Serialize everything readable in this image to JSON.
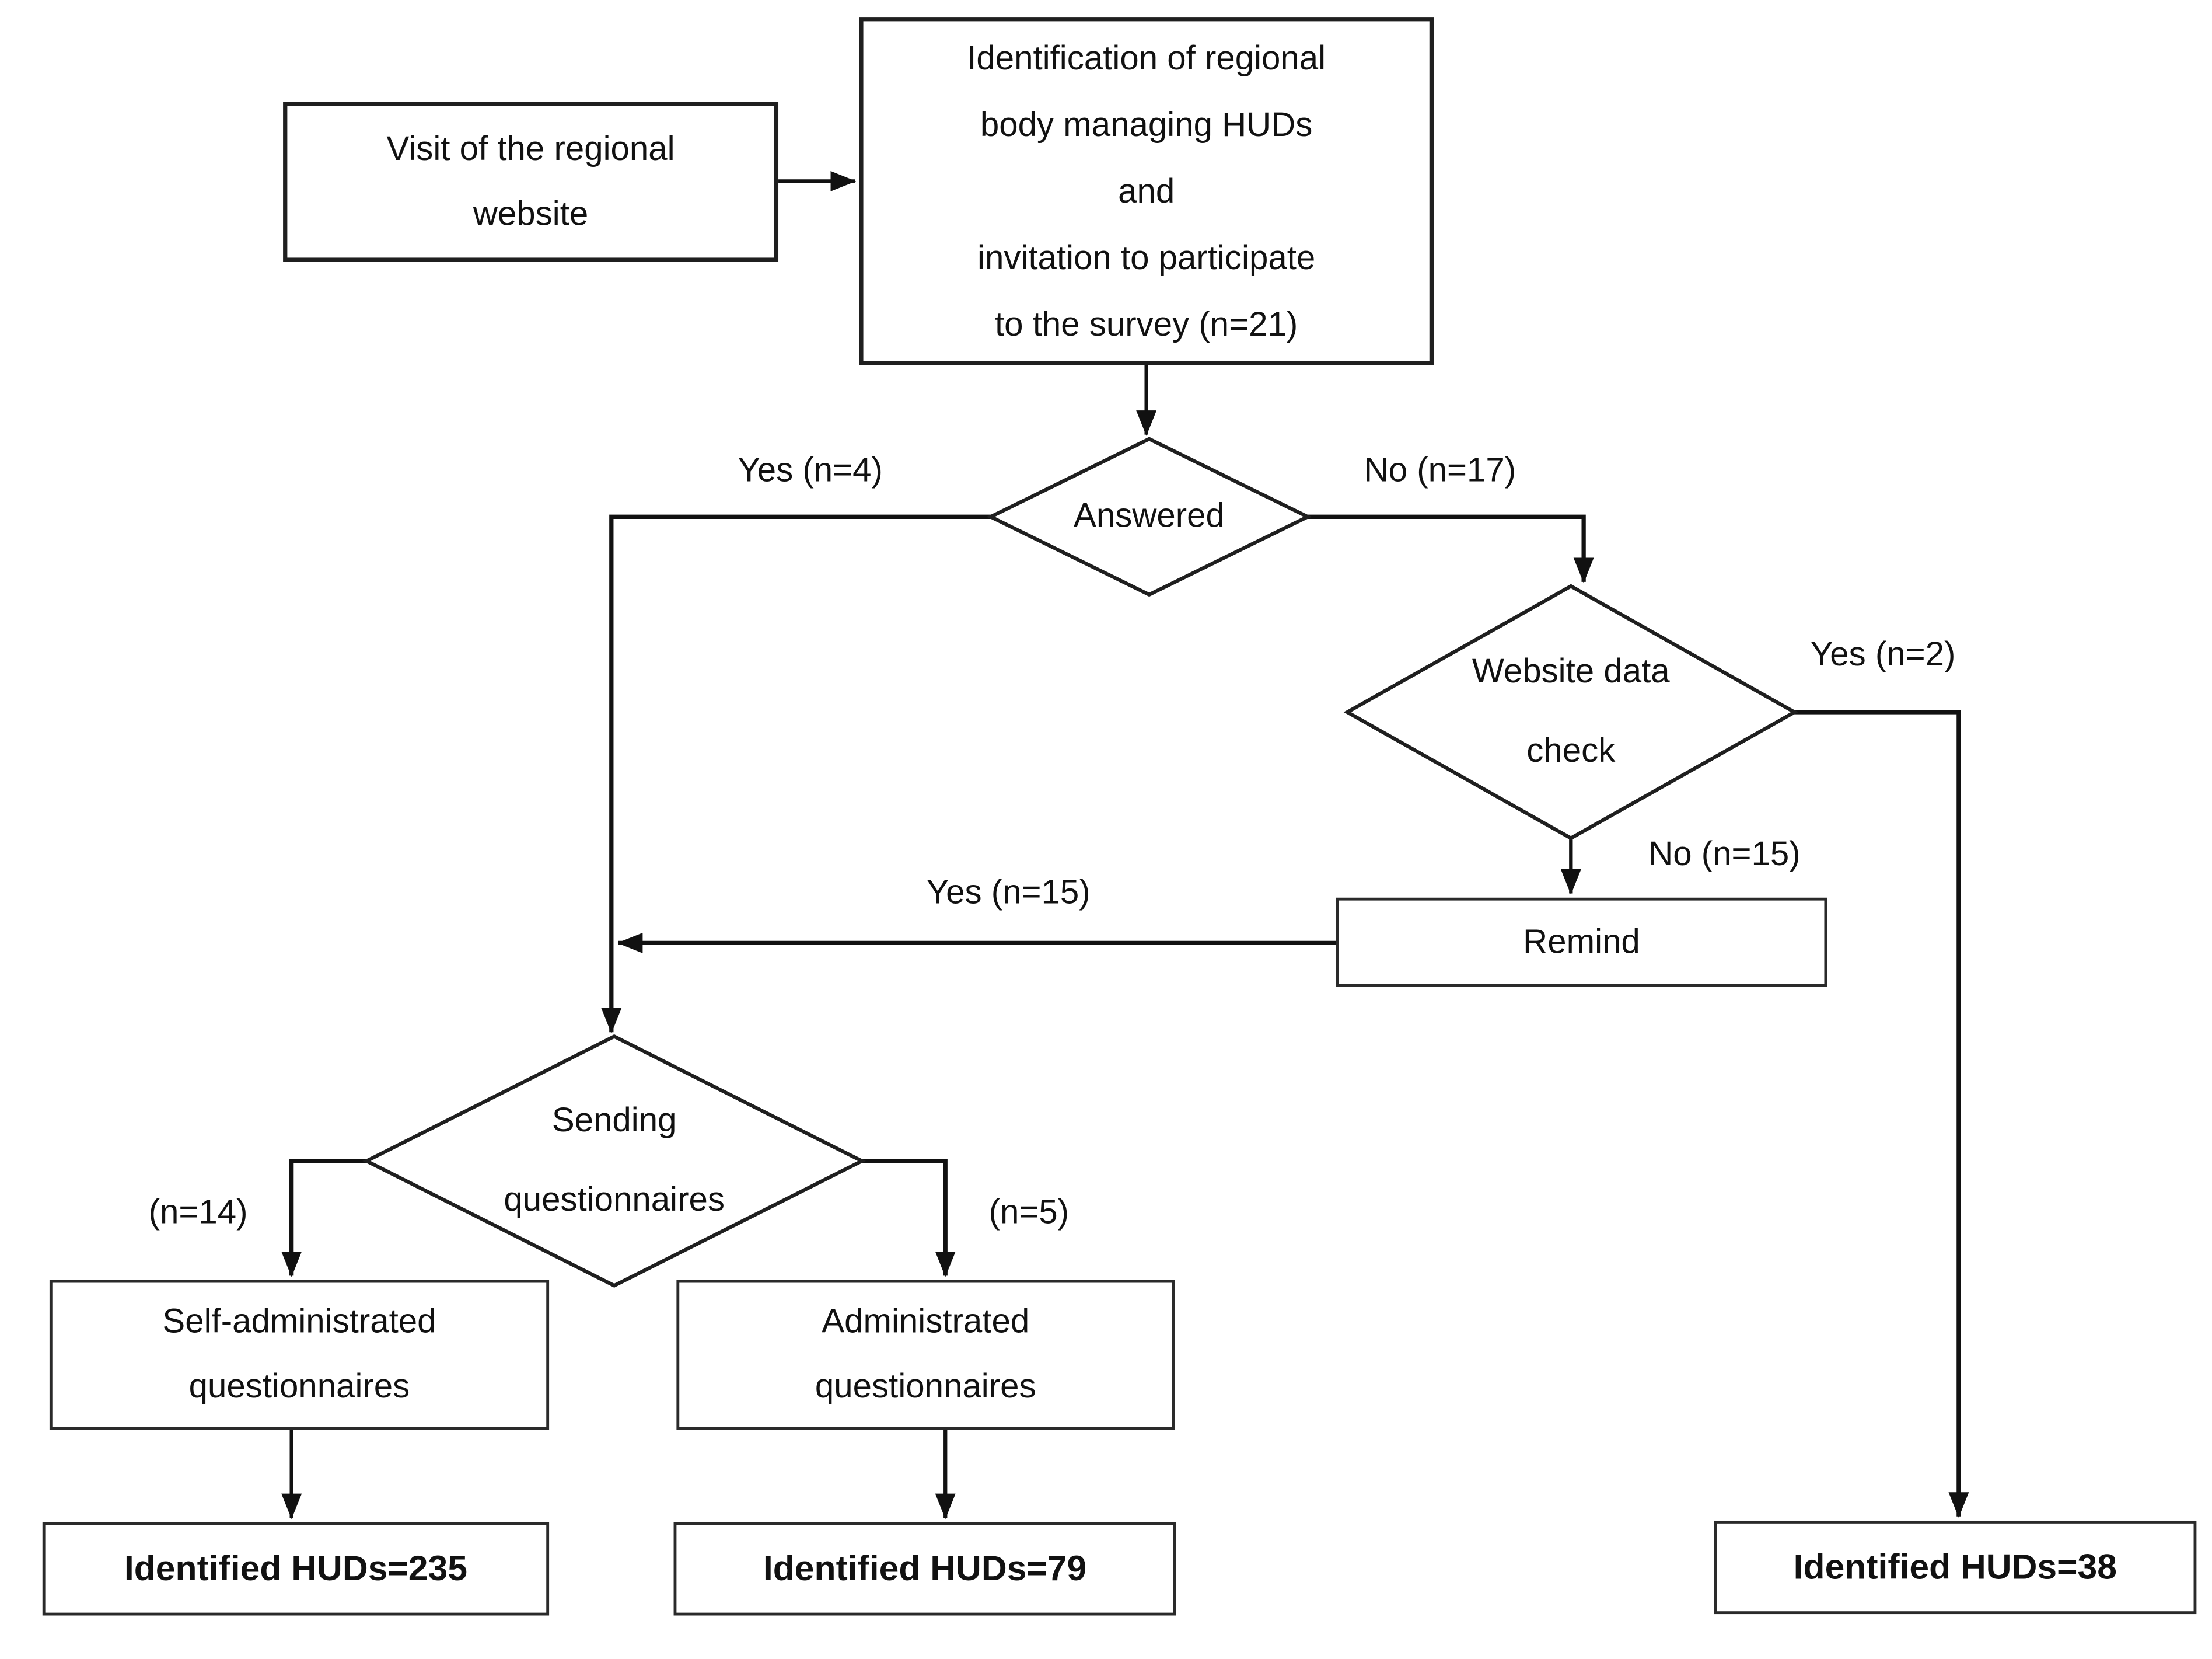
{
  "page": {
    "background_color": "#ffffff",
    "line_color": "#111111",
    "text_color": "#111111"
  },
  "nodes": {
    "visit": "Visit of the regional\nwebsite",
    "identification": "Identification of regional\nbody managing HUDs\nand\ninvitation to participate\nto the survey (n=21)",
    "answered": "Answered",
    "website_check": "Website data\ncheck",
    "remind": "Remind",
    "sending": "Sending\nquestionnaires",
    "self_administrated": "Self-administrated\nquestionnaires",
    "administrated": "Administrated\nquestionnaires",
    "huds_235": "Identified HUDs=235",
    "huds_79": "Identified HUDs=79",
    "huds_38": "Identified HUDs=38"
  },
  "edge_labels": {
    "answered_yes": "Yes (n=4)",
    "answered_no": "No (n=17)",
    "website_yes": "Yes (n=2)",
    "website_no": "No (n=15)",
    "remind_yes": "Yes (n=15)",
    "sending_self": "(n=14)",
    "sending_admin": "(n=5)"
  }
}
